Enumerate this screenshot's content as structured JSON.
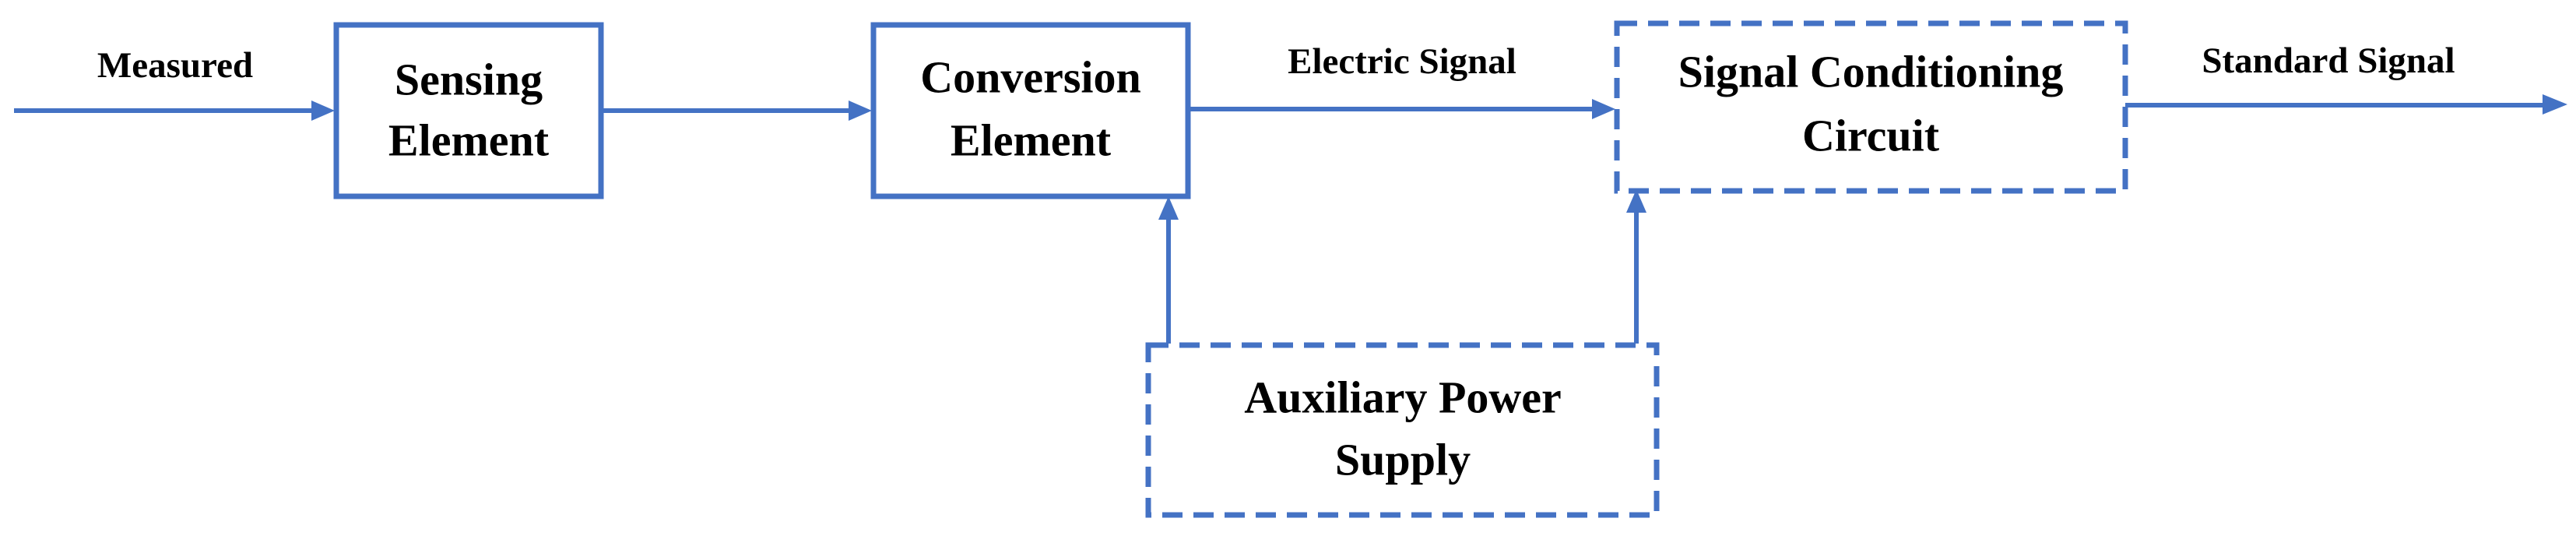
{
  "colors": {
    "accent": "#4472C4",
    "text": "#000000",
    "background": "#FFFFFF"
  },
  "diagram": {
    "nodes": {
      "sensing_element": {
        "line1": "Sensing",
        "line2": "Element",
        "border": "solid"
      },
      "conversion_element": {
        "line1": "Conversion",
        "line2": "Element",
        "border": "solid"
      },
      "signal_conditioning_circuit": {
        "line1": "Signal Conditioning",
        "line2": "Circuit",
        "border": "dashed"
      },
      "auxiliary_power_supply": {
        "line1": "Auxiliary Power",
        "line2": "Supply",
        "border": "dashed"
      }
    },
    "edge_labels": {
      "measured": "Measured",
      "electric_signal": "Electric Signal",
      "standard_signal": "Standard Signal"
    },
    "edges": [
      {
        "from": "input",
        "to": "sensing_element",
        "label": "measured"
      },
      {
        "from": "sensing_element",
        "to": "conversion_element"
      },
      {
        "from": "conversion_element",
        "to": "signal_conditioning_circuit",
        "label": "electric_signal"
      },
      {
        "from": "signal_conditioning_circuit",
        "to": "output",
        "label": "standard_signal"
      },
      {
        "from": "auxiliary_power_supply",
        "to": "conversion_element"
      },
      {
        "from": "auxiliary_power_supply",
        "to": "signal_conditioning_circuit"
      }
    ]
  }
}
